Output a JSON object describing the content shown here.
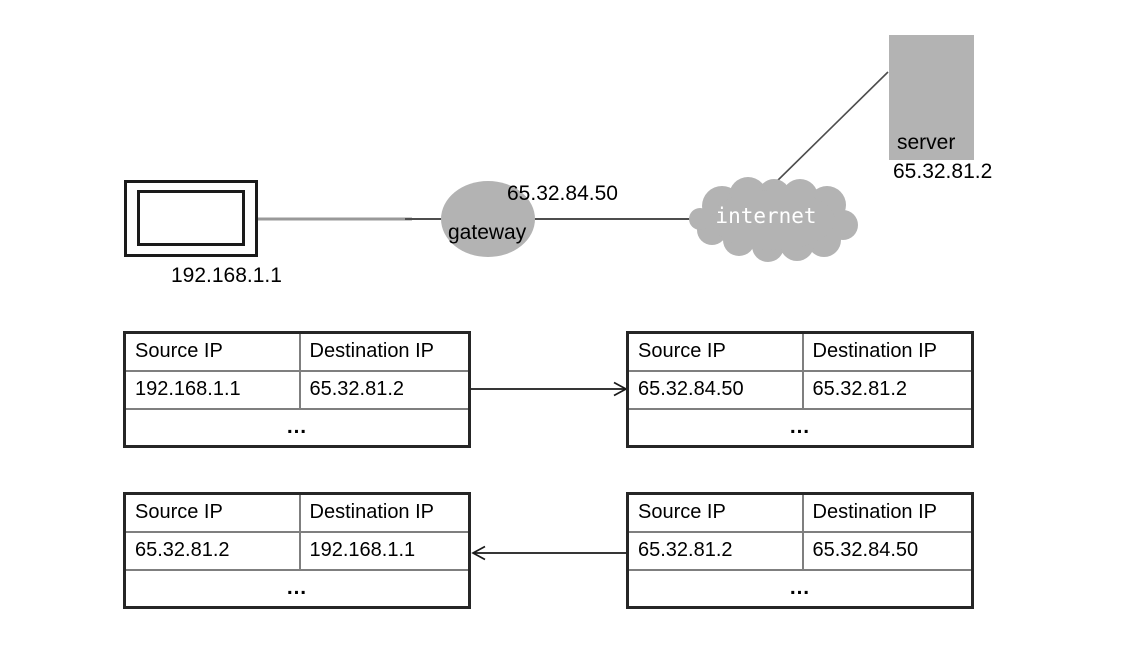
{
  "diagram": {
    "computer": {
      "ip": "192.168.1.1"
    },
    "gateway": {
      "label": "gateway",
      "ip": "65.32.84.50"
    },
    "internet": {
      "label": "internet"
    },
    "server": {
      "label": "server",
      "ip": "65.32.81.2"
    }
  },
  "tables": [
    {
      "id": "packet-lan-outbound",
      "headers": [
        "Source IP",
        "Destination IP"
      ],
      "row": [
        "192.168.1.1",
        "65.32.81.2"
      ],
      "more": "…"
    },
    {
      "id": "packet-wan-outbound",
      "headers": [
        "Source IP",
        "Destination IP"
      ],
      "row": [
        "65.32.84.50",
        "65.32.81.2"
      ],
      "more": "…"
    },
    {
      "id": "packet-lan-inbound",
      "headers": [
        "Source IP",
        "Destination IP"
      ],
      "row": [
        "65.32.81.2",
        "192.168.1.1"
      ],
      "more": "…"
    },
    {
      "id": "packet-wan-inbound",
      "headers": [
        "Source IP",
        "Destination IP"
      ],
      "row": [
        "65.32.81.2",
        "65.32.84.50"
      ],
      "more": "…"
    }
  ],
  "colors": {
    "shape_gray": "#b3b3b3",
    "wire_gray": "#999999",
    "wire_dark": "#4d4d4d",
    "table_outer_border": "#262626",
    "table_inner_border": "#7f7f7f",
    "internet_text": "#ffffff",
    "background": "#ffffff"
  }
}
